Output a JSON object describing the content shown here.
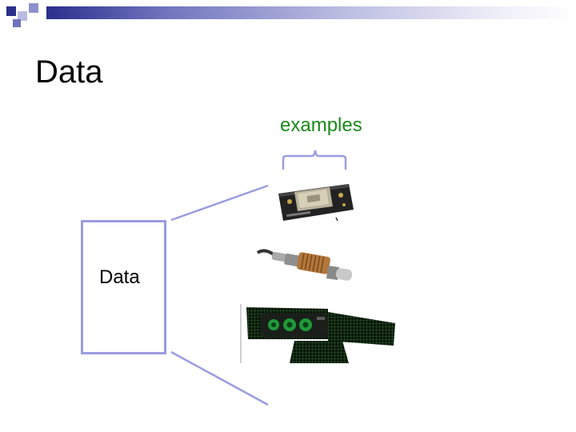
{
  "slide": {
    "title": "Data",
    "examples_label": "examples",
    "box_label": "Data"
  },
  "colors": {
    "title_band_dark": "#2b2f8c",
    "examples_text": "#1a8a1a",
    "box_border": "#9a9ce0",
    "connector": "#9a9ce0"
  },
  "examples": [
    {
      "icon": "gps-module-icon"
    },
    {
      "icon": "oxygen-sensor-icon"
    },
    {
      "icon": "kinect-sensor-icon"
    }
  ]
}
